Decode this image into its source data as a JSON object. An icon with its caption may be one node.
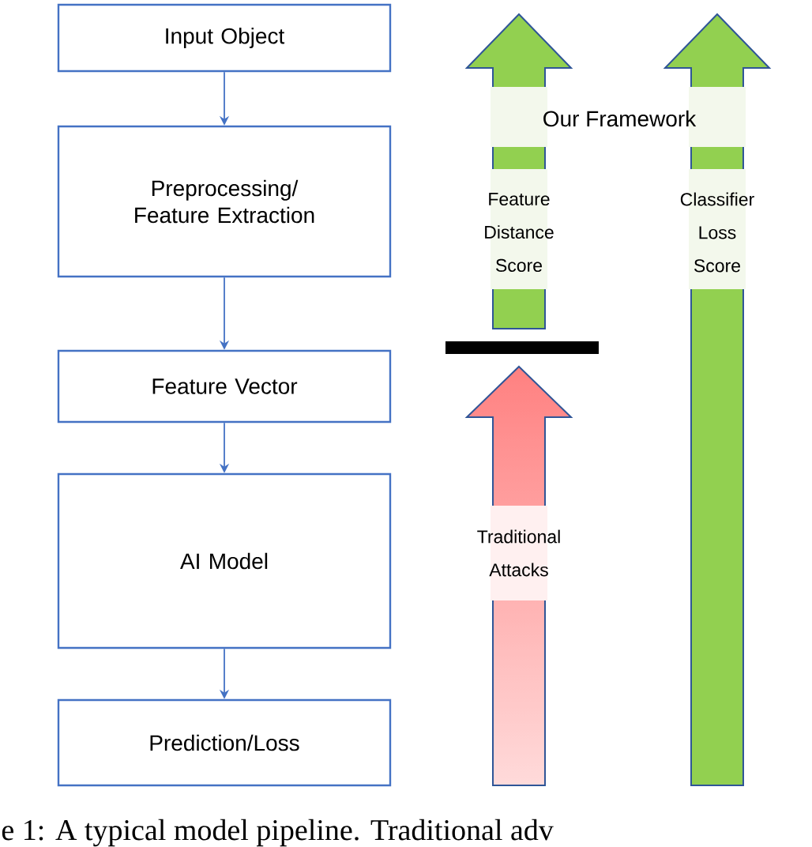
{
  "diagram": {
    "caption": "e 1: A typical model pipeline. Traditional adv",
    "nodes": [
      {
        "text": [
          "Input Object"
        ]
      },
      {
        "text": [
          "Preprocessing/ Feature Extraction"
        ]
      },
      {
        "text": [
          "Feature Vector"
        ]
      },
      {
        "text": [
          "AI Model"
        ]
      },
      {
        "text": [
          "Prediction/Loss"
        ]
      },
      {
        "text": [
          "Feature Distance Score"
        ]
      },
      {
        "text": [
          "Classifier Loss Score"
        ]
      },
      {
        "text": [
          "Traditional Attacks"
        ]
      }
    ],
    "edges": [
      {
        "from": 0,
        "to": 1,
        "arrow": "to"
      },
      {
        "from": 1,
        "to": 2,
        "arrow": "to"
      },
      {
        "from": 2,
        "to": 3,
        "arrow": "to"
      },
      {
        "from": 3,
        "to": 4,
        "arrow": "to"
      }
    ],
    "labels": [
      "Our Framework"
    ]
  }
}
